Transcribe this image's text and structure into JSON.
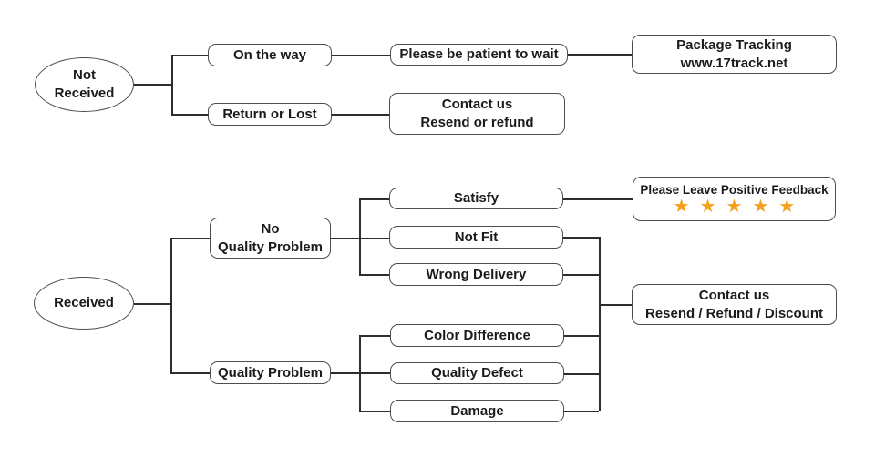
{
  "diagram": {
    "type": "flowchart",
    "topic": "after-sale customer service decision tree",
    "colors": {
      "star_orange": "#F6A01A",
      "node_border": "#4d4d4d",
      "connector": "#2e2e2e",
      "text": "#1b1b1b",
      "background": "#ffffff"
    },
    "nodes": {
      "not_received": {
        "lines": [
          "Not",
          "Received"
        ],
        "shape": "ellipse"
      },
      "on_the_way": {
        "label": "On the way"
      },
      "return_or_lost": {
        "label": "Return or Lost"
      },
      "please_wait": {
        "label": "Please be patient to wait"
      },
      "package_tracking": {
        "lines": [
          "Package Tracking",
          "www.17track.net"
        ]
      },
      "contact_resend_refund": {
        "lines": [
          "Contact us",
          "Resend or refund"
        ]
      },
      "received": {
        "label": "Received",
        "shape": "ellipse"
      },
      "no_quality_problem": {
        "lines": [
          "No",
          "Quality Problem"
        ]
      },
      "quality_problem": {
        "label": "Quality Problem"
      },
      "satisfy": {
        "label": "Satisfy"
      },
      "not_fit": {
        "label": "Not Fit"
      },
      "wrong_delivery": {
        "label": "Wrong Delivery"
      },
      "positive_feedback": {
        "label": "Please Leave Positive Feedback",
        "stars": "★★★★★",
        "star_count": 5
      },
      "contact_discount": {
        "lines": [
          "Contact us",
          "Resend / Refund / Discount"
        ]
      },
      "color_difference": {
        "label": "Color Difference"
      },
      "quality_defect": {
        "label": "Quality Defect"
      },
      "damage": {
        "label": "Damage"
      }
    },
    "edges": [
      [
        "not_received",
        "on_the_way"
      ],
      [
        "not_received",
        "return_or_lost"
      ],
      [
        "on_the_way",
        "please_wait"
      ],
      [
        "please_wait",
        "package_tracking"
      ],
      [
        "return_or_lost",
        "contact_resend_refund"
      ],
      [
        "received",
        "no_quality_problem"
      ],
      [
        "received",
        "quality_problem"
      ],
      [
        "no_quality_problem",
        "satisfy"
      ],
      [
        "no_quality_problem",
        "not_fit"
      ],
      [
        "no_quality_problem",
        "wrong_delivery"
      ],
      [
        "satisfy",
        "positive_feedback"
      ],
      [
        "not_fit",
        "contact_discount"
      ],
      [
        "wrong_delivery",
        "contact_discount"
      ],
      [
        "quality_problem",
        "color_difference"
      ],
      [
        "quality_problem",
        "quality_defect"
      ],
      [
        "quality_problem",
        "damage"
      ],
      [
        "color_difference",
        "contact_discount"
      ],
      [
        "quality_defect",
        "contact_discount"
      ],
      [
        "damage",
        "contact_discount"
      ]
    ]
  }
}
